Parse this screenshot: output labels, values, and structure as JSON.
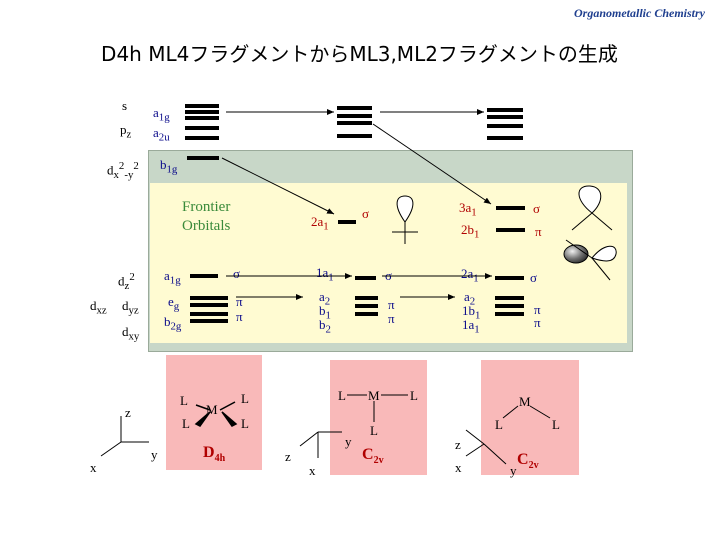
{
  "header": "Organometallic Chemistry",
  "title": "D4h ML4フラグメントからML3,ML2フラグメントの生成",
  "frontier": [
    "Frontier",
    "Orbitals"
  ],
  "left_orbitals": {
    "s": "s",
    "pz": "p",
    "pz_sub": "z",
    "dx2y2": "d",
    "dx2y2_sub": "x",
    "dx2y2_sup": "2",
    "dx2y2_mid": "-y",
    "dx2y2_sup2": "2",
    "dz2": "d",
    "dz2_sub": "z",
    "dz2_sup": "2",
    "dxz": "d",
    "dxz_sub": "xz",
    "dyz": "d",
    "dyz_sub": "yz",
    "dxy": "d",
    "dxy_sub": "xy"
  },
  "d4h_labels": {
    "a1g_top": "a",
    "a1g_top_sub": "1g",
    "a2u": "a",
    "a2u_sub": "2u",
    "b1g": "b",
    "b1g_sub": "1g",
    "a1g_low": "a",
    "a1g_low_sub": "1g",
    "eg": "e",
    "eg_sub": "g",
    "b2g": "b",
    "b2g_sub": "2g"
  },
  "ml3_labels": {
    "a2_1": "2a",
    "a2_1_sub": "1",
    "la1": "1a",
    "la1_sub": "1",
    "a2": "a",
    "a2_sub": "2",
    "b1": "b",
    "b1_sub": "1",
    "b2": "b",
    "b2_sub": "2"
  },
  "ml2_labels": {
    "a3_1": "3a",
    "a3_1_sub": "1",
    "b2_1": "2b",
    "b2_1_sub": "1",
    "a2_1": "2a",
    "a2_1_sub": "1",
    "a2": "a",
    "a2_sub": "2",
    "b1": "1b",
    "b1_sub": "1",
    "la1": "1a",
    "la1_sub": "1"
  },
  "symmetry": {
    "sigma": "σ",
    "pi": "π"
  },
  "point_groups": {
    "d4h": "D",
    "d4h_sub": "4h",
    "c2v_1": "C",
    "c2v_1_sub": "2v",
    "c2v_2": "C",
    "c2v_2_sub": "2v"
  },
  "ligand": "L",
  "metal": "M",
  "axes": {
    "x": "x",
    "y": "y",
    "z": "z"
  },
  "colors": {
    "pink": "#f9b9b9",
    "yellow": "#fffbd2",
    "grey": "#c8d7c8",
    "navy": "#0a0a8a",
    "red": "#b00000"
  }
}
